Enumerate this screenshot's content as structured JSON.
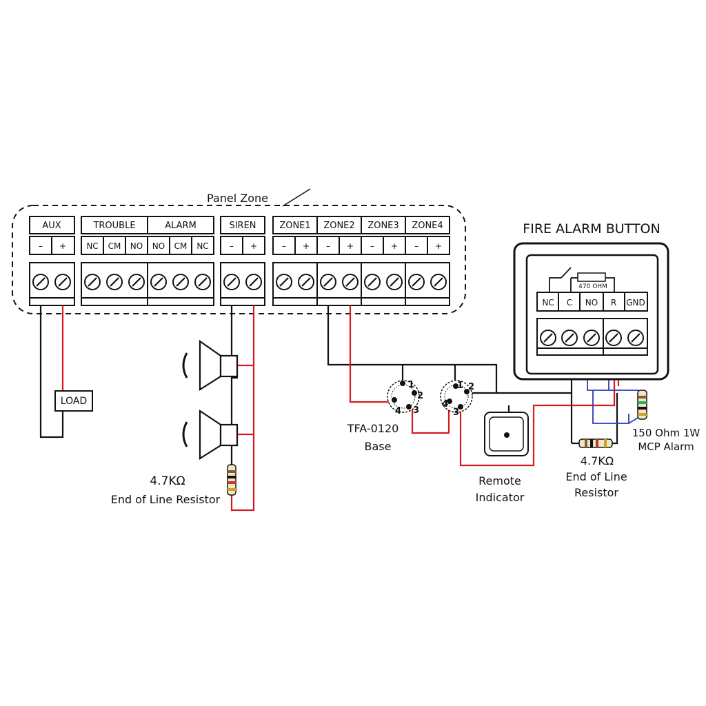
{
  "panel": {
    "title": "Panel Zone",
    "groups": {
      "aux": "AUX",
      "trouble": "TROUBLE",
      "alarm": "ALARM",
      "siren": "SIREN",
      "zone1": "ZONE1",
      "zone2": "ZONE2",
      "zone3": "ZONE3",
      "zone4": "ZONE4"
    },
    "pins": {
      "aux_neg": "–",
      "aux_pos": "+",
      "trouble_nc": "NC",
      "trouble_cm": "CM",
      "trouble_no": "NO",
      "alarm_no": "NO",
      "alarm_cm": "CM",
      "alarm_nc": "NC",
      "siren_neg": "–",
      "siren_pos": "+",
      "zone1_neg": "–",
      "zone1_pos": "+",
      "zone2_neg": "–",
      "zone2_pos": "+",
      "zone3_neg": "–",
      "zone3_pos": "+",
      "zone4_neg": "–",
      "zone4_pos": "+"
    }
  },
  "load": {
    "label": "LOAD"
  },
  "siren_resistor": {
    "value": "4.7KΩ",
    "caption": "End of Line Resistor"
  },
  "detector_base": {
    "model": "TFA-0120",
    "caption": "Base",
    "terminals": [
      "1",
      "2",
      "3",
      "4"
    ]
  },
  "remote_indicator": {
    "line1": "Remote",
    "line2": "Indicator"
  },
  "fire_alarm_button": {
    "title": "FIRE ALARM BUTTON",
    "internal_resistor": "470 OHM",
    "terminals": [
      "NC",
      "C",
      "NO",
      "R",
      "GND"
    ]
  },
  "button_eol_resistor": {
    "value": "4.7KΩ",
    "line1": "End of Line",
    "line2": "Resistor"
  },
  "mcp_resistor": {
    "line1": "150 Ohm 1W",
    "line2": "MCP Alarm"
  },
  "colors": {
    "wire_black": "#111111",
    "wire_red": "#d71920",
    "wire_blue": "#2f3bb5"
  }
}
